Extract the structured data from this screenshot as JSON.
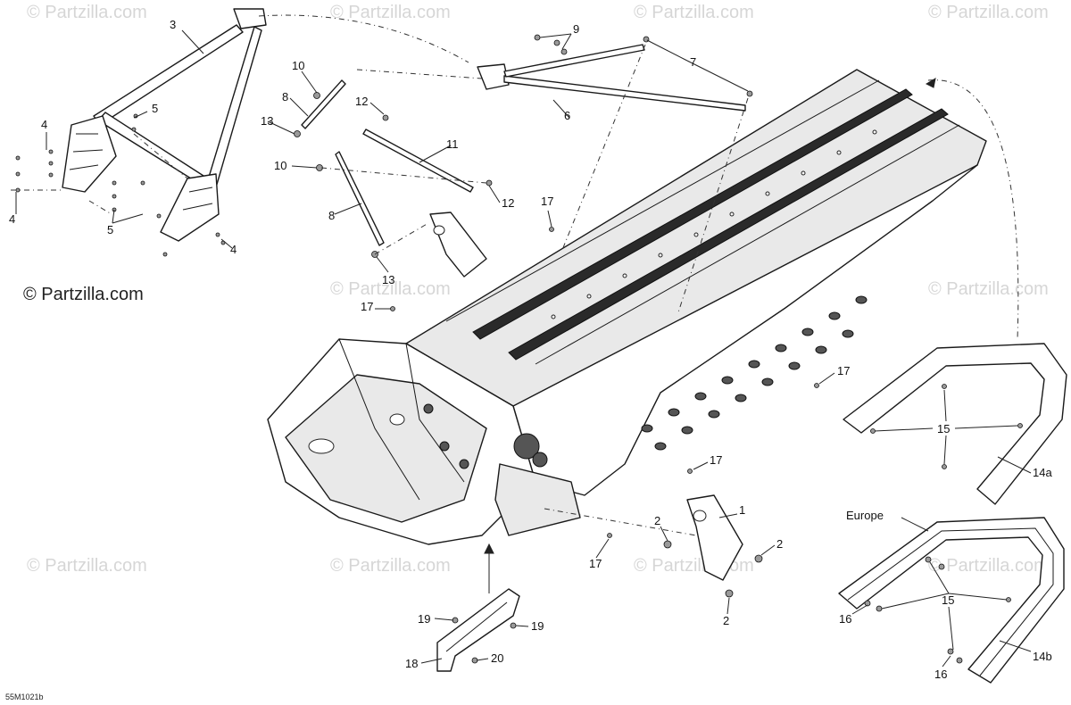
{
  "watermark": {
    "text": "© Partzilla.com",
    "prominent_text": "© Partzilla.com"
  },
  "figure_code": "55M1021b",
  "region_label": "Europe",
  "callouts": {
    "c1": "1",
    "c2a": "2",
    "c2b": "2",
    "c2c": "2",
    "c3": "3",
    "c4a": "4",
    "c4b": "4",
    "c4c": "4",
    "c5a": "5",
    "c5b": "5",
    "c6": "6",
    "c7": "7",
    "c8a": "8",
    "c8b": "8",
    "c9": "9",
    "c10a": "10",
    "c10b": "10",
    "c11": "11",
    "c12a": "12",
    "c12b": "12",
    "c13a": "13",
    "c13b": "13",
    "c14a": "14a",
    "c14b": "14b",
    "c15a": "15",
    "c15b": "15",
    "c16a": "16",
    "c16b": "16",
    "c17a": "17",
    "c17b": "17",
    "c17c": "17",
    "c17d": "17",
    "c17e": "17",
    "c18": "18",
    "c19a": "19",
    "c19b": "19",
    "c20": "20"
  },
  "colors": {
    "line": "#1a1a1a",
    "watermark": "#d6d6d6",
    "background": "#ffffff"
  }
}
